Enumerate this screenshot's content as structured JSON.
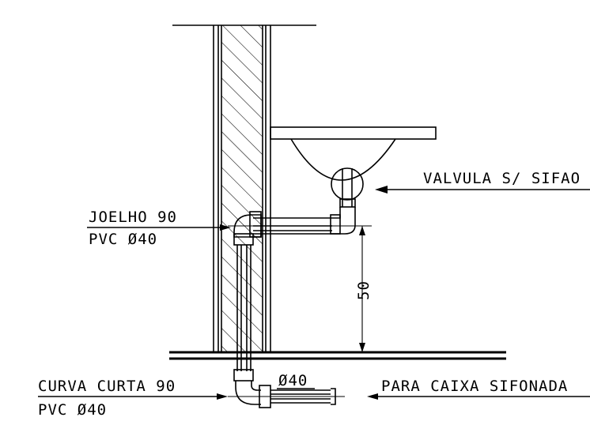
{
  "labels": {
    "valve": "VALVULA S/ SIFAO",
    "elbow_line1": "JOELHO 90",
    "elbow_line2": "PVC Ø40",
    "dimension": "50",
    "curve_line1": "CURVA CURTA 90",
    "curve_line2": "PVC Ø40",
    "pipe_diameter": "Ø40",
    "destination": "PARA CAIXA SIFONADA"
  },
  "colors": {
    "line": "#000000",
    "background": "#ffffff"
  }
}
